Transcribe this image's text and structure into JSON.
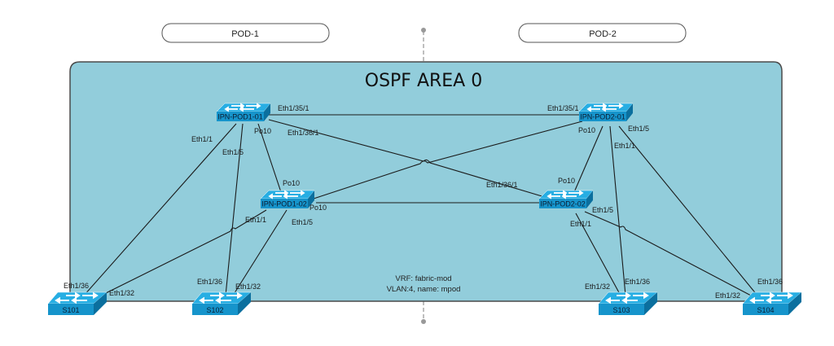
{
  "pods": [
    {
      "label": "POD-1"
    },
    {
      "label": "POD-2"
    }
  ],
  "area": {
    "title": "OSPF AREA 0"
  },
  "note": {
    "line1": "VRF: fabric-mod",
    "line2": "VLAN:4, name: mpod"
  },
  "switches": {
    "ipn_pod1_01": "IPN-POD1-01",
    "ipn_pod1_02": "IPN-POD1-02",
    "ipn_pod2_01": "IPN-POD2-01",
    "ipn_pod2_02": "IPN-POD2-02",
    "s101": "S101",
    "s102": "S102",
    "s103": "S103",
    "s104": "S104"
  },
  "ports": {
    "p1_01_eth1_35_1": "Eth1/35/1",
    "p1_01_eth1_36_1": "Eth1/36/1",
    "p1_01_po10": "Po10",
    "p1_01_eth1_1": "Eth1/1",
    "p1_01_eth1_5": "Eth1/5",
    "p1_02_po10_top": "Po10",
    "p1_02_po10_right": "Po10",
    "p1_02_eth1_1": "Eth1/1",
    "p1_02_eth1_5": "Eth1/5",
    "p2_01_eth1_35_1": "Eth1/35/1",
    "p2_01_po10": "Po10",
    "p2_01_eth1_5": "Eth1/5",
    "p2_01_eth1_1": "Eth1/1",
    "p2_02_eth1_36_1": "Eth1/36/1",
    "p2_02_po10": "Po10",
    "p2_02_eth1_5": "Eth1/5",
    "p2_02_eth1_1": "Eth1/1",
    "s101_eth1_36": "Eth1/36",
    "s101_eth1_32": "Eth1/32",
    "s102_eth1_36": "Eth1/36",
    "s102_eth1_32": "Eth1/32",
    "s103_eth1_32": "Eth1/32",
    "s103_eth1_36": "Eth1/36",
    "s104_eth1_36": "Eth1/36",
    "s104_eth1_32": "Eth1/32"
  },
  "colors": {
    "area_fill": "#92cddb",
    "switch_top": "#1ea4dc",
    "switch_front": "#1292c9",
    "switch_side": "#0a6c99"
  }
}
